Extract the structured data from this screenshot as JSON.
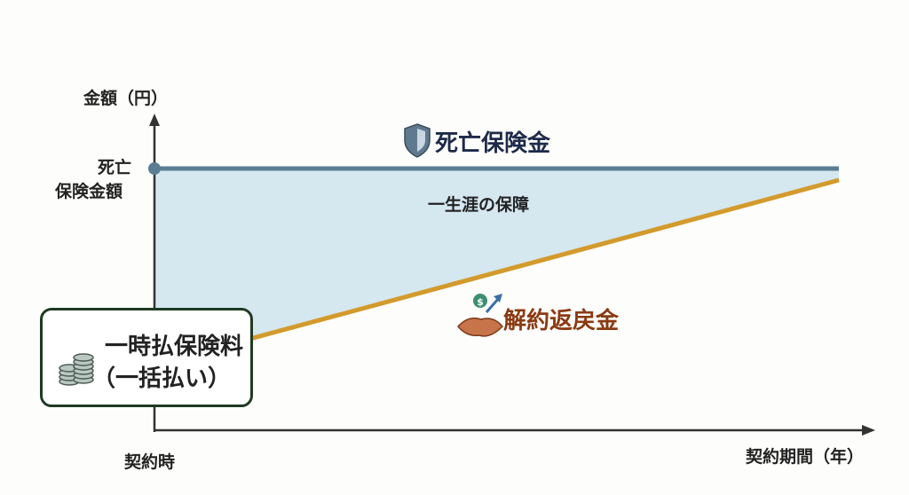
{
  "y_axis_label": "金額（円）",
  "x_axis_label": "契約期間（年）",
  "x_axis_start_label": "契約時",
  "y_marker_label_line1": "死亡",
  "y_marker_label_line2": "保険金額",
  "death_benefit_label": "死亡保険金",
  "coverage_area_label": "一生涯の保障",
  "surrender_value_label": "解約返戻金",
  "premium_box": {
    "line1": "一時払保険料",
    "line2": "（一括払い）"
  },
  "icons": {
    "death_benefit": "shield-icon",
    "surrender_value": "handshake-dollar-icon",
    "premium": "coin-stack-icon"
  },
  "colors": {
    "death_benefit_line": "#5a7d93",
    "surrender_line": "#d39a2c",
    "coverage_fill": "#d5e7ef",
    "box_border": "#1f3a22",
    "death_benefit_text": "#1e2a4a",
    "surrender_text": "#8a3a12"
  }
}
